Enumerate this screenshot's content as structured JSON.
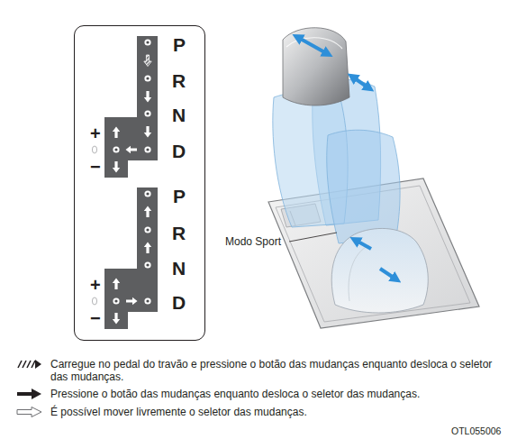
{
  "diagram": {
    "nodes": [
      {
        "text": [
          "P",
          "R",
          "N",
          "D",
          "+",
          "−",
          "P",
          "R",
          "N",
          "D",
          "+",
          "−"
        ]
      }
    ],
    "labels": [
      "Modo Sport",
      "OTL055006"
    ],
    "legend": [
      {
        "text": "Carregue no pedal do travão e pressione o botão das mudanças enquanto desloca o seletor das mudanças."
      },
      {
        "text": "Pressione o botão das mudanças enquanto desloca o seletor das mudanças."
      },
      {
        "text": "É possível mover livremente o seletor das mudanças."
      }
    ]
  }
}
